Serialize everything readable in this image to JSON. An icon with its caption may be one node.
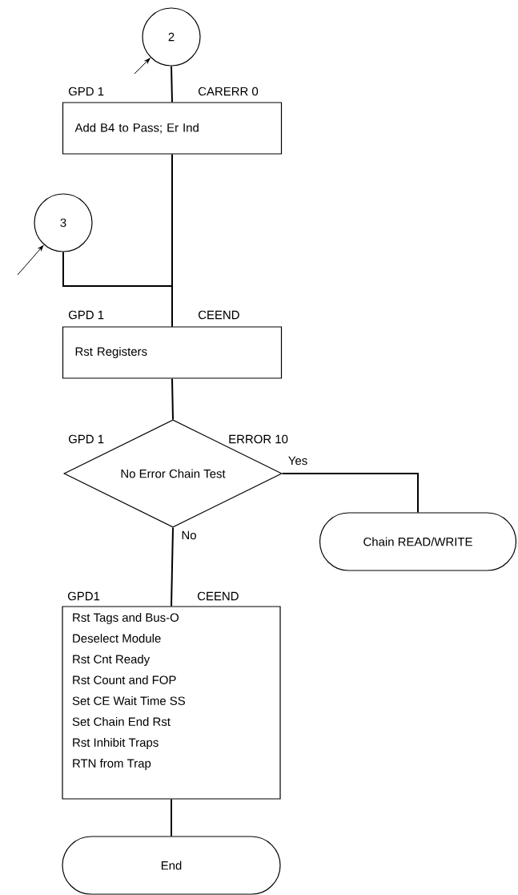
{
  "diagram": {
    "nodes": [
      {
        "text": [
          "2"
        ]
      },
      {
        "text": [
          "Add B4 to Pass; Er Ind"
        ],
        "beside": [
          "GPD 1",
          "CARERR 0"
        ]
      },
      {
        "text": [
          "3"
        ]
      },
      {
        "text": [
          "Rst Registers"
        ],
        "beside": [
          "GPD 1",
          "CEEND"
        ]
      },
      {
        "text": [
          "No Error Chain Test"
        ],
        "beside": [
          "GPD 1",
          "ERROR 10"
        ]
      },
      {
        "text": [
          "Chain READ/WRITE"
        ]
      },
      {
        "text": [
          "Rst Tags and Bus-O",
          "Deselect Module",
          "Rst Cnt Ready",
          "Rst Count and FOP",
          "Set CE Wait Time SS",
          "Set Chain End Rst",
          "Rst Inhibit Traps",
          "RTN from Trap"
        ],
        "beside": [
          "GPD1",
          "CEEND"
        ]
      },
      {
        "text": [
          "End"
        ]
      }
    ],
    "edges": [
      {
        "from": null,
        "to": 0,
        "arrow": "to"
      },
      {
        "from": 0,
        "to": 1,
        "arrow": "none"
      },
      {
        "from": null,
        "to": 2,
        "arrow": "to"
      },
      {
        "from": 1,
        "to": 3,
        "arrow": "none"
      },
      {
        "from": 2,
        "to": 3,
        "arrow": "none"
      },
      {
        "from": 3,
        "to": 4,
        "arrow": "none"
      },
      {
        "from": 4,
        "to": 5,
        "label": "Yes",
        "arrow": "none"
      },
      {
        "from": 4,
        "to": 6,
        "label": "No",
        "arrow": "none"
      },
      {
        "from": 6,
        "to": 7,
        "arrow": "none"
      }
    ]
  }
}
